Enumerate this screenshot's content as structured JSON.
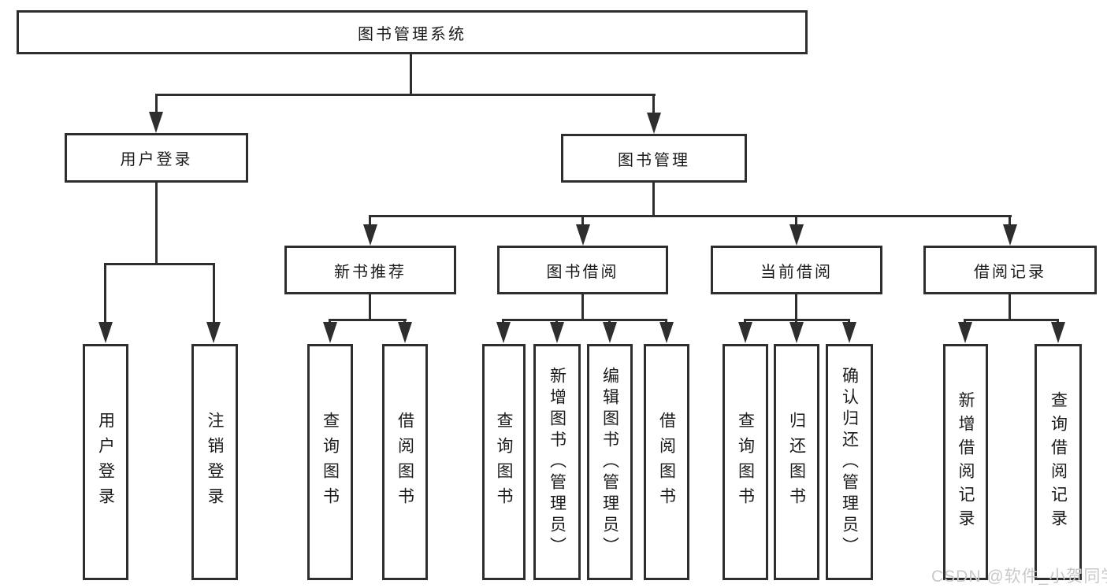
{
  "colors": {
    "line": "#2e2e2e",
    "text": "#1b1b1b",
    "watermark": "#c9c9c9",
    "background": "#ffffff"
  },
  "watermark": {
    "text": "CSDN @软件_小贺同学"
  },
  "tree": {
    "root": {
      "label": "图书管理系统"
    },
    "user_login_branch": {
      "label": "用户登录",
      "children": [
        {
          "label": "用户登录"
        },
        {
          "label": "注销登录"
        }
      ]
    },
    "book_mgmt_branch": {
      "label": "图书管理",
      "children": [
        {
          "label": "新书推荐",
          "children": [
            {
              "label": "查询图书"
            },
            {
              "label": "借阅图书"
            }
          ]
        },
        {
          "label": "图书借阅",
          "children": [
            {
              "label": "查询图书"
            },
            {
              "label": "新增图书（管理员）"
            },
            {
              "label": "编辑图书（管理员）"
            },
            {
              "label": "借阅图书"
            }
          ]
        },
        {
          "label": "当前借阅",
          "children": [
            {
              "label": "查询图书"
            },
            {
              "label": "归还图书"
            },
            {
              "label": "确认归还（管理员）"
            }
          ]
        },
        {
          "label": "借阅记录",
          "children": [
            {
              "label": "新增借阅记录"
            },
            {
              "label": "查询借阅记录"
            }
          ]
        }
      ]
    }
  }
}
